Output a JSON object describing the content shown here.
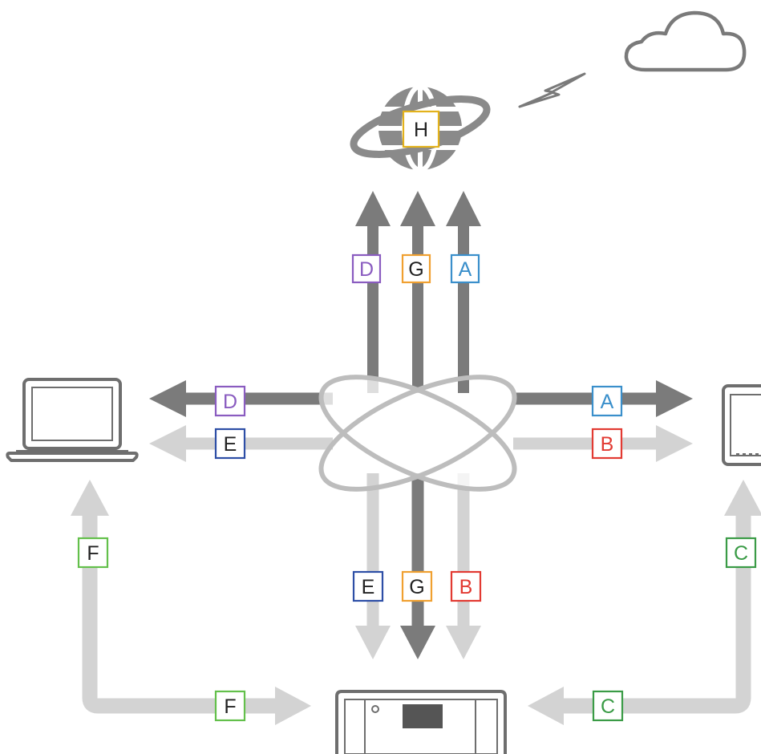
{
  "colors": {
    "dark_arrow": "#7b7b7b",
    "light_arrow": "#d3d3d3",
    "device_outline": "#6e6e6e",
    "tag_A": "#3a8fcb",
    "tag_B": "#e23a32",
    "tag_C": "#3a9b46",
    "tag_D": "#8a5cc0",
    "tag_E": "#2d4ea6",
    "tag_F": "#63c04b",
    "tag_G": "#f0a030",
    "tag_H": "#e3b21c"
  },
  "nodes": {
    "internet": {
      "icon": "globe-icon",
      "tag": "H"
    },
    "cloud": {
      "icon": "cloud-icon"
    },
    "wireless": {
      "icon": "lightning-icon"
    },
    "router": {
      "icon": "wireless-router-icon"
    },
    "computer": {
      "icon": "laptop-icon"
    },
    "smart_device": {
      "icon": "tablet-icon"
    },
    "printer": {
      "icon": "printer-icon"
    }
  },
  "labels": {
    "up_left": "D",
    "up_center": "G",
    "up_right": "A",
    "left_top": "D",
    "left_bottom": "E",
    "right_top": "A",
    "right_bottom": "B",
    "down_left": "E",
    "down_center": "G",
    "down_right": "B",
    "left_vertical": "F",
    "left_horizontal": "F",
    "right_vertical": "C",
    "right_horizontal": "C",
    "globe": "H"
  }
}
